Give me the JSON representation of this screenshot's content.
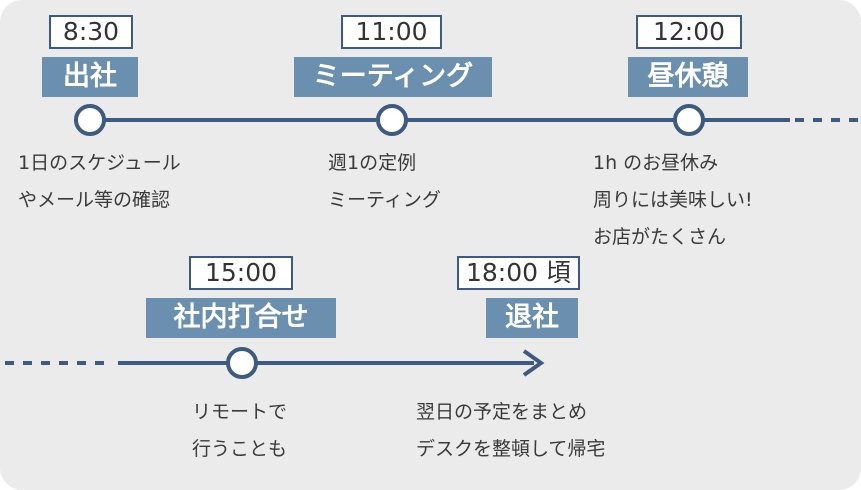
{
  "row1": {
    "events": [
      {
        "time": "8:30",
        "label": "出社",
        "desc": "1日のスケジュール\nやメール等の確認"
      },
      {
        "time": "11:00",
        "label": "ミーティング",
        "desc": "週1の定例\nミーティング"
      },
      {
        "time": "12:00",
        "label": "昼休憩",
        "desc": "1h のお昼休み\n周りには美味しい!\nお店がたくさん"
      }
    ]
  },
  "row2": {
    "events": [
      {
        "time": "15:00",
        "label": "社内打合せ",
        "desc": "リモートで\n行うことも"
      },
      {
        "time": "18:00 頃",
        "label": "退社",
        "desc": "翌日の予定をまとめ\nデスクを整頓して帰宅"
      }
    ]
  },
  "colors": {
    "line": "#3d5a80",
    "label_bg": "#6b8fae",
    "panel_bg": "#ebebeb"
  }
}
